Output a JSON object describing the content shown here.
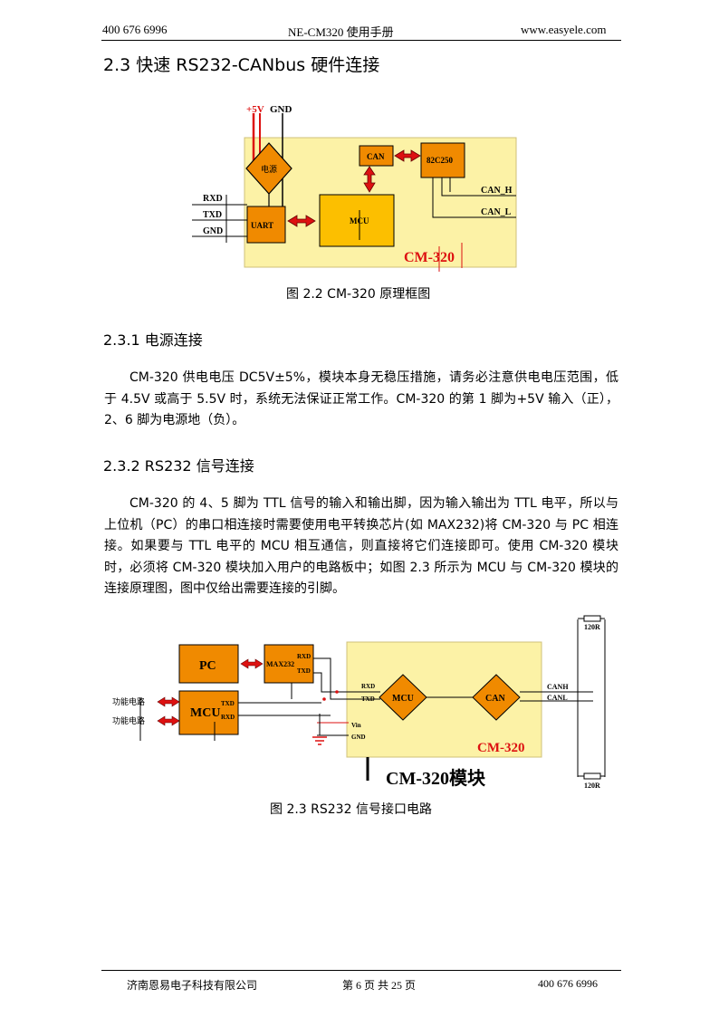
{
  "header": {
    "phone": "400 676 6996",
    "title": "NE-CM320 使用手册",
    "website": "www.easyele.com"
  },
  "section": {
    "heading": "2.3 快速 RS232-CANbus 硬件连接"
  },
  "figure1": {
    "supply_label": "+5V",
    "gnd_top_label": "GND",
    "power_block": "电源",
    "can_block": "CAN",
    "transceiver_block": "82C250",
    "uart_block": "UART",
    "mcu_block": "MCU",
    "rxd_label": "RXD",
    "txd_label": "TXD",
    "gnd_left_label": "GND",
    "canh_label": "CAN_H",
    "canl_label": "CAN_L",
    "module_label": "CM-320",
    "caption": "图 2.2  CM-320 原理框图"
  },
  "sub1": {
    "heading": "2.3.1 电源连接",
    "paragraph": "CM-320 供电电压 DC5V±5%，模块本身无稳压措施，请务必注意供电电压范围，低于 4.5V 或高于 5.5V 时，系统无法保证正常工作。CM-320 的第 1 脚为+5V 输入（正），2、6 脚为电源地（负）。"
  },
  "sub2": {
    "heading": "2.3.2 RS232 信号连接",
    "paragraph": "CM-320 的 4、5 脚为 TTL 信号的输入和输出脚，因为输入输出为 TTL 电平，所以与上位机（PC）的串口相连接时需要使用电平转换芯片(如 MAX232)将 CM-320 与 PC 相连接。如果要与 TTL 电平的 MCU 相互通信，则直接将它们连接即可。使用 CM-320 模块时，必须将 CM-320 模块加入用户的电路板中；如图 2.3 所示为 MCU 与 CM-320 模块的连接原理图，图中仅给出需要连接的引脚。"
  },
  "figure2": {
    "pc_block": "PC",
    "max232_block": "MAX232",
    "mcu_ext_block": "MCU",
    "func_label_1": "功能电路",
    "func_label_2": "功能电路",
    "max_rxd": "RXD",
    "max_txd": "TXD",
    "mcu_txd": "TXD",
    "mcu_rxd": "RXD",
    "mod_rxd": "RXD",
    "mod_txd": "TXD",
    "vin_label": "Vin",
    "gnd_label": "GND",
    "mcu_inner": "MCU",
    "can_inner": "CAN",
    "canh": "CANH",
    "canl": "CANL",
    "resistor_top": "120R",
    "resistor_bottom": "120R",
    "module_label": "CM-320",
    "module_title": "CM-320模块",
    "caption": "图 2.3  RS232 信号接口电路"
  },
  "footer": {
    "company": "济南恩易电子科技有限公司",
    "page": "第 6 页 共 25 页",
    "phone": "400 676 6996"
  }
}
